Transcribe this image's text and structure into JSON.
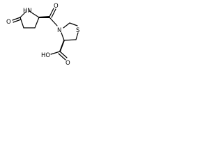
{
  "atoms": {
    "pyrrolidone_n": {
      "symbol": "N",
      "hydrogen": "H",
      "display": "HN"
    },
    "pyrrolidone_o": {
      "symbol": "O",
      "display": "O"
    },
    "amide_o": {
      "symbol": "O",
      "display": "O"
    },
    "thiazolidine_n": {
      "symbol": "N",
      "display": "N"
    },
    "thiazolidine_s": {
      "symbol": "S",
      "display": "S"
    },
    "acid_o": {
      "symbol": "O",
      "display": "O"
    },
    "acid_oh": {
      "symbol": "O",
      "hydrogen": "H",
      "display": "HO"
    }
  },
  "stereo": {
    "pyrrolidone_ring": "wedge",
    "thiazolidine_ring": "wedge"
  },
  "colors": {
    "ink": "#000000",
    "background": "#ffffff"
  }
}
